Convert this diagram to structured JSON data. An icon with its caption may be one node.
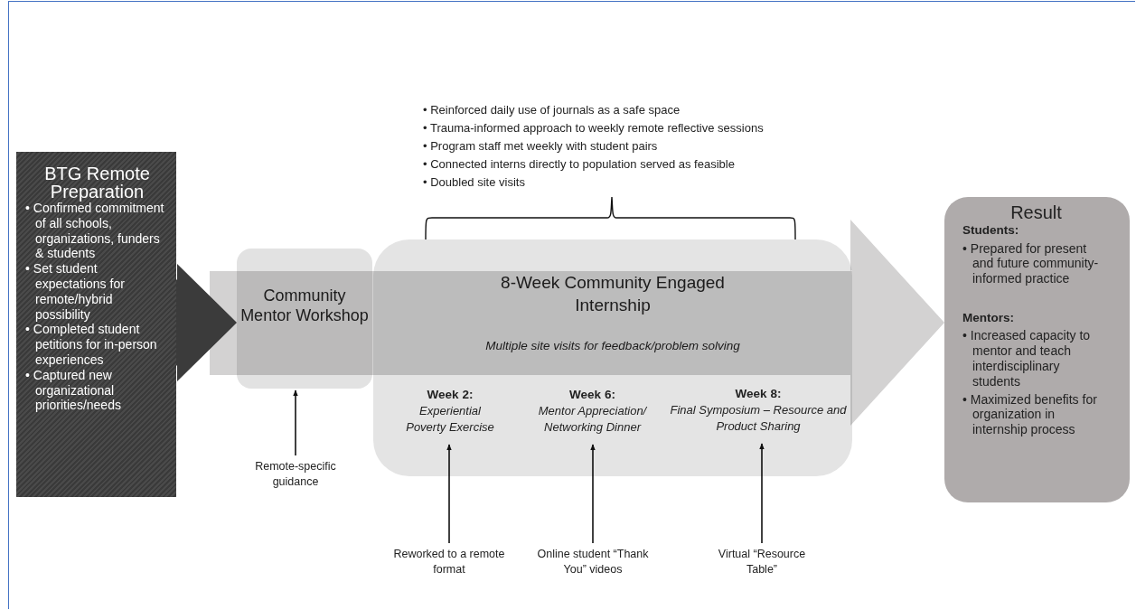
{
  "diagram": {
    "nodes": [
      {
        "text": [
          "BTG Remote Preparation",
          "• Confirmed commitment of all schools, organizations, funders & students",
          "• Set student expectations for remote/hybrid possibility",
          "• Completed student petitions for in-person experiences",
          "• Captured new organizational priorities/needs"
        ]
      },
      {
        "text": [
          "Community Mentor Workshop"
        ]
      },
      {
        "text": [
          "8-Week Community Engaged Internship",
          "Multiple site visits for feedback/problem solving"
        ]
      },
      {
        "text": [
          "Week 2:",
          "Experiential Poverty Exercise"
        ],
        "in": 2
      },
      {
        "text": [
          "Week 6:",
          "Mentor Appreciation/ Networking Dinner"
        ],
        "in": 2
      },
      {
        "text": [
          "Week 8:",
          "Final Symposium – Resource and Product Sharing"
        ],
        "in": 2
      },
      {
        "text": [
          "Result",
          "Students:",
          "• Prepared for present and future community-informed practice",
          "Mentors:",
          "• Increased capacity to mentor and teach interdisciplinary students",
          "• Maximized benefits for organization in internship process"
        ]
      },
      {
        "text": [
          "Remote-specific guidance"
        ]
      },
      {
        "text": [
          "Reworked to a remote format"
        ]
      },
      {
        "text": [
          "Online student “Thank You” videos"
        ]
      },
      {
        "text": [
          "Virtual “Resource Table”"
        ]
      }
    ],
    "edges": [
      {
        "from": 0,
        "to": 1,
        "arrow": "to",
        "style": "thick",
        "color": "#3b3b3b"
      },
      {
        "from": 2,
        "to": 6,
        "arrow": "to",
        "style": "thick",
        "color": "#d3d2d2"
      },
      {
        "from": 7,
        "to": 1,
        "arrow": "to"
      },
      {
        "from": 8,
        "to": 3,
        "arrow": "to"
      },
      {
        "from": 9,
        "to": 4,
        "arrow": "to"
      },
      {
        "from": 10,
        "to": 5,
        "arrow": "to"
      }
    ],
    "labels": [
      "• Reinforced daily use of journals as a safe space",
      "• Trauma-informed approach to weekly remote reflective sessions",
      "• Program staff met weekly with student pairs",
      "• Connected interns directly to population served as feasible",
      "• Doubled site visits"
    ]
  }
}
